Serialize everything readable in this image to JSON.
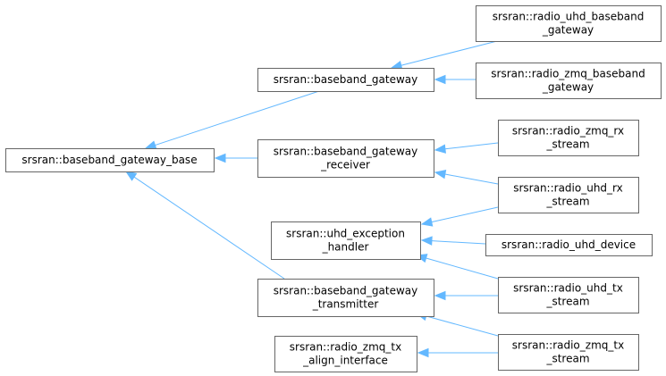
{
  "nodes": {
    "base": {
      "lines": [
        "srsran::baseband_gateway_base"
      ]
    },
    "bg": {
      "lines": [
        "srsran::baseband_gateway"
      ]
    },
    "receiver": {
      "lines": [
        "srsran::baseband_gateway",
        "_receiver"
      ]
    },
    "uhd_exception": {
      "lines": [
        "srsran::uhd_exception",
        "_handler"
      ]
    },
    "transmitter": {
      "lines": [
        "srsran::baseband_gateway",
        "_transmitter"
      ]
    },
    "zmq_tx_align": {
      "lines": [
        "srsran::radio_zmq_tx",
        "_align_interface"
      ]
    },
    "uhd_baseband": {
      "lines": [
        "srsran::radio_uhd_baseband",
        "_gateway"
      ]
    },
    "zmq_baseband": {
      "lines": [
        "srsran::radio_zmq_baseband",
        "_gateway"
      ]
    },
    "zmq_rx": {
      "lines": [
        "srsran::radio_zmq_rx",
        "_stream"
      ]
    },
    "uhd_rx": {
      "lines": [
        "srsran::radio_uhd_rx",
        "_stream"
      ]
    },
    "uhd_device": {
      "lines": [
        "srsran::radio_uhd_device"
      ]
    },
    "uhd_tx": {
      "lines": [
        "srsran::radio_uhd_tx",
        "_stream"
      ]
    },
    "zmq_tx": {
      "lines": [
        "srsran::radio_zmq_tx",
        "_stream"
      ]
    }
  },
  "edges": [
    {
      "from": "bg",
      "to": "base"
    },
    {
      "from": "receiver",
      "to": "base"
    },
    {
      "from": "transmitter",
      "to": "base"
    },
    {
      "from": "uhd_baseband",
      "to": "bg"
    },
    {
      "from": "zmq_baseband",
      "to": "bg"
    },
    {
      "from": "zmq_rx",
      "to": "receiver"
    },
    {
      "from": "uhd_rx",
      "to": "receiver"
    },
    {
      "from": "uhd_rx",
      "to": "uhd_exception"
    },
    {
      "from": "uhd_device",
      "to": "uhd_exception"
    },
    {
      "from": "uhd_tx",
      "to": "uhd_exception"
    },
    {
      "from": "uhd_tx",
      "to": "transmitter"
    },
    {
      "from": "zmq_tx",
      "to": "transmitter"
    },
    {
      "from": "zmq_tx",
      "to": "zmq_tx_align"
    }
  ],
  "colors": {
    "edge": "#63b8ff",
    "border": "#666666",
    "text": "#000000",
    "background": "#ffffff"
  }
}
